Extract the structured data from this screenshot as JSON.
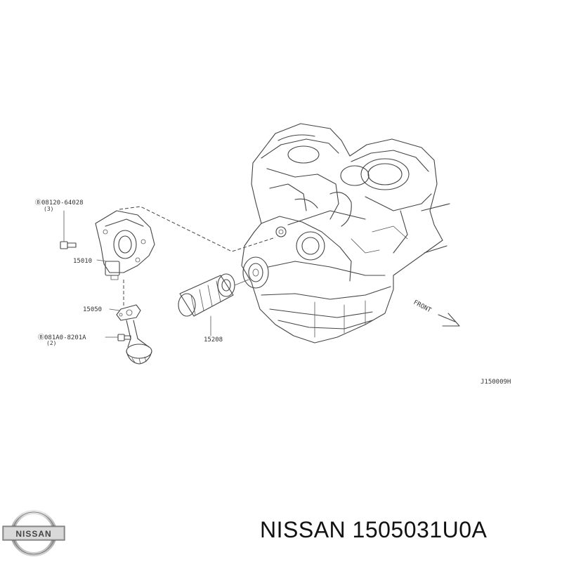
{
  "parts": {
    "bolt_top": {
      "code": "Ⓑ08120-64028",
      "qty": "(3)"
    },
    "oil_pump": {
      "code": "15010"
    },
    "gasket": {
      "code": "15050"
    },
    "bolt_bottom": {
      "code": "Ⓑ081A0-8201A",
      "qty": "(2)"
    },
    "oil_filter": {
      "code": "15208"
    }
  },
  "direction_label": "FRONT",
  "diagram_ref": "J150009H",
  "footer": {
    "brand": "NISSAN",
    "part_number": "1505031U0A",
    "logo_text": "NISSAN"
  }
}
